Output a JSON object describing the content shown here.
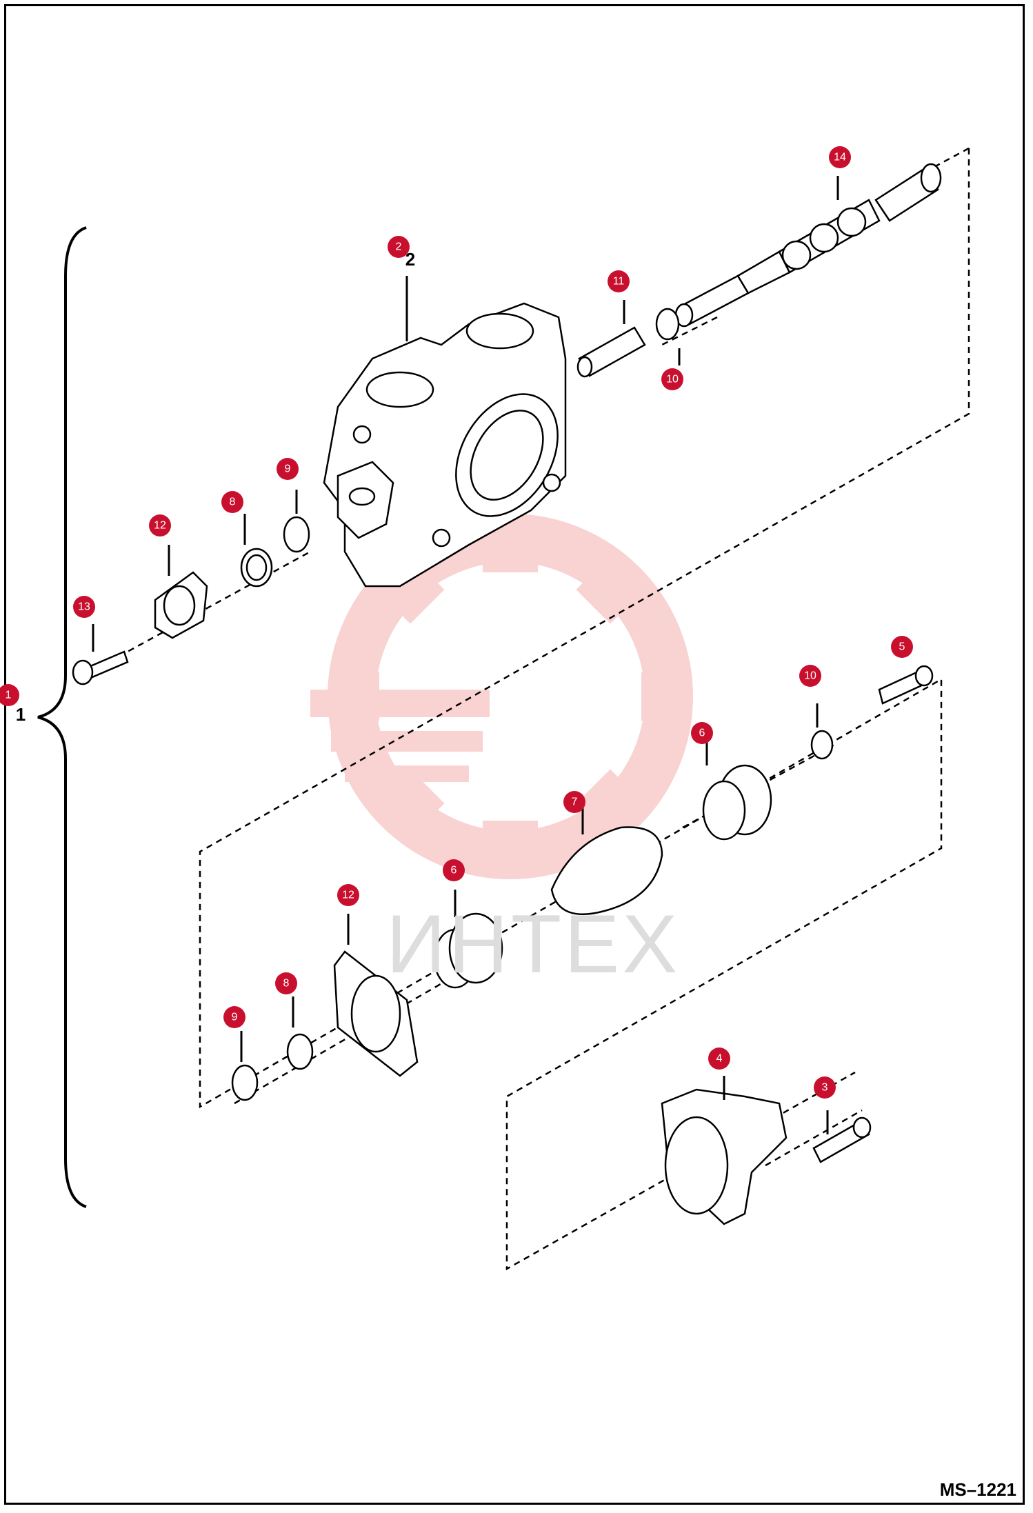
{
  "drawing_code": "MS–1221",
  "watermark": {
    "text": "ИНТЕХ",
    "color": "#f4a6a6"
  },
  "callout_color": "#c8102e",
  "callouts": [
    {
      "id": "callout-1",
      "label": "1"
    },
    {
      "id": "callout-2",
      "label": "2"
    },
    {
      "id": "callout-3",
      "label": "3"
    },
    {
      "id": "callout-4",
      "label": "4"
    },
    {
      "id": "callout-5",
      "label": "5"
    },
    {
      "id": "callout-6a",
      "label": "6"
    },
    {
      "id": "callout-6b",
      "label": "6"
    },
    {
      "id": "callout-7",
      "label": "7"
    },
    {
      "id": "callout-8a",
      "label": "8"
    },
    {
      "id": "callout-8b",
      "label": "8"
    },
    {
      "id": "callout-9a",
      "label": "9"
    },
    {
      "id": "callout-9b",
      "label": "9"
    },
    {
      "id": "callout-10a",
      "label": "10"
    },
    {
      "id": "callout-10b",
      "label": "10"
    },
    {
      "id": "callout-11",
      "label": "11"
    },
    {
      "id": "callout-12a",
      "label": "12"
    },
    {
      "id": "callout-12b",
      "label": "12"
    },
    {
      "id": "callout-13",
      "label": "13"
    },
    {
      "id": "callout-14",
      "label": "14"
    }
  ]
}
